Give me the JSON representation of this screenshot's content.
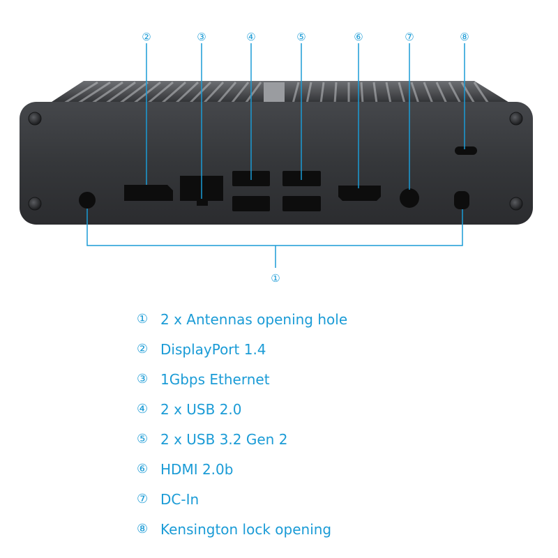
{
  "colors": {
    "accent": "#1a9bd6",
    "chassis": "#3a3c40",
    "port": "#0d0d0d"
  },
  "callouts": {
    "c1": "①",
    "c2": "②",
    "c3": "③",
    "c4": "④",
    "c5": "⑤",
    "c6": "⑥",
    "c7": "⑦",
    "c8": "⑧"
  },
  "legend": [
    {
      "num": "①",
      "text": "2 x Antennas opening hole"
    },
    {
      "num": "②",
      "text": "DisplayPort 1.4"
    },
    {
      "num": "③",
      "text": "1Gbps Ethernet"
    },
    {
      "num": "④",
      "text": "2 x USB 2.0"
    },
    {
      "num": "⑤",
      "text": "2 x USB 3.2 Gen 2"
    },
    {
      "num": "⑥",
      "text": "HDMI 2.0b"
    },
    {
      "num": "⑦",
      "text": "DC-In"
    },
    {
      "num": "⑧",
      "text": "Kensington lock opening"
    }
  ]
}
